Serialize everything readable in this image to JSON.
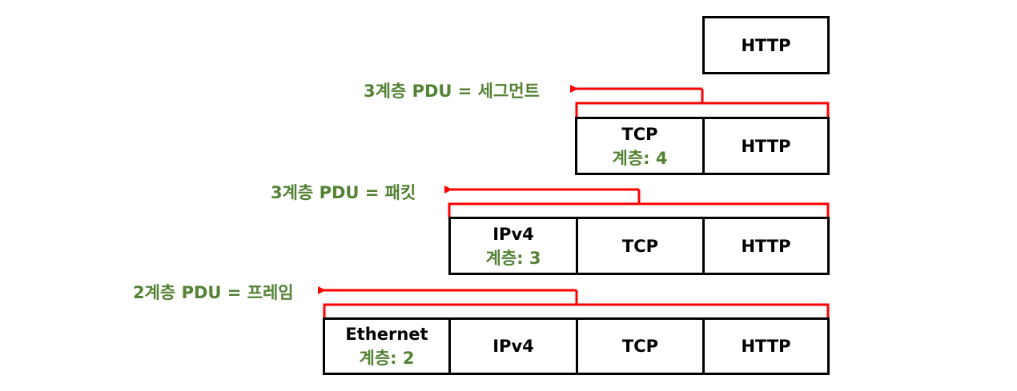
{
  "colors": {
    "box_border": "#000000",
    "box_text": "#000000",
    "layer_text": "#548235",
    "pdu_label_text": "#548235",
    "bracket": "#ff0000"
  },
  "rows": [
    {
      "cells": [
        {
          "name": "HTTP"
        }
      ]
    },
    {
      "pdu_label": "3계층 PDU = 세그먼트",
      "cells": [
        {
          "name": "TCP",
          "layer": "계층: 4"
        },
        {
          "name": "HTTP"
        }
      ]
    },
    {
      "pdu_label": "3계층 PDU = 패킷",
      "cells": [
        {
          "name": "IPv4",
          "layer": "계층: 3"
        },
        {
          "name": "TCP"
        },
        {
          "name": "HTTP"
        }
      ]
    },
    {
      "pdu_label": "2계층 PDU = 프레임",
      "cells": [
        {
          "name": "Ethernet",
          "layer": "계층: 2"
        },
        {
          "name": "IPv4"
        },
        {
          "name": "TCP"
        },
        {
          "name": "HTTP"
        }
      ]
    }
  ]
}
